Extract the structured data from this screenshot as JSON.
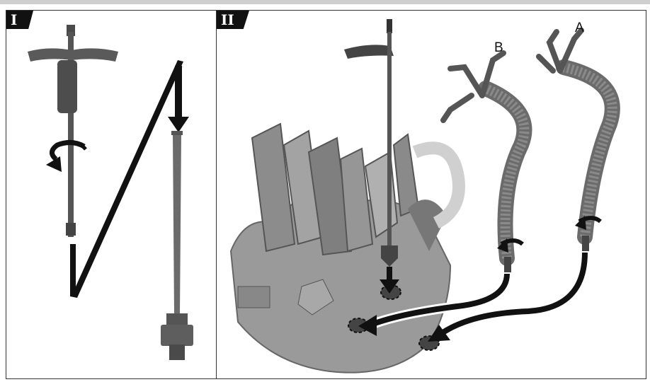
{
  "panels": [
    {
      "step": "I"
    },
    {
      "step": "II"
    }
  ],
  "labels": {
    "variant_a": "A",
    "variant_b": "B"
  },
  "colors": {
    "part": "#6b6b6b",
    "part_dark": "#3e3e3e",
    "arrow": "#111111",
    "rock": "#8a8a8a"
  },
  "icons": [
    "rotate-icon",
    "down-arrow-icon",
    "curved-arrow-icon",
    "connector-icon"
  ]
}
